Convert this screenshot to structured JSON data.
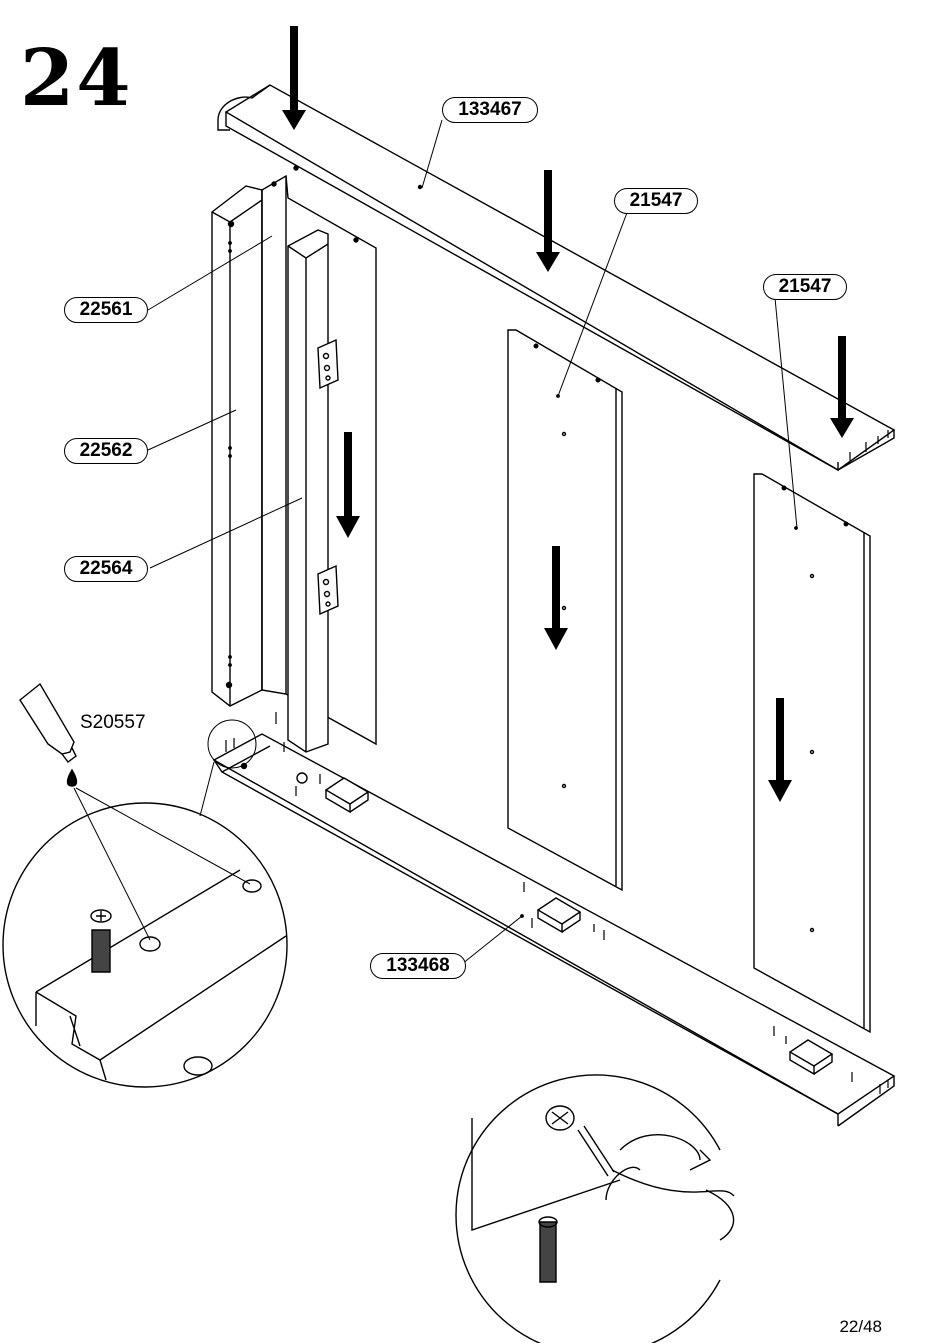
{
  "step": {
    "number": "24"
  },
  "page": {
    "number": "22/48"
  },
  "glue": {
    "code": "S20557"
  },
  "parts": {
    "top_board": "133467",
    "door_middle": "21547",
    "door_right": "21547",
    "left_outer": "22561",
    "left_side": "22562",
    "left_inner": "22564",
    "bottom_board": "133468"
  }
}
